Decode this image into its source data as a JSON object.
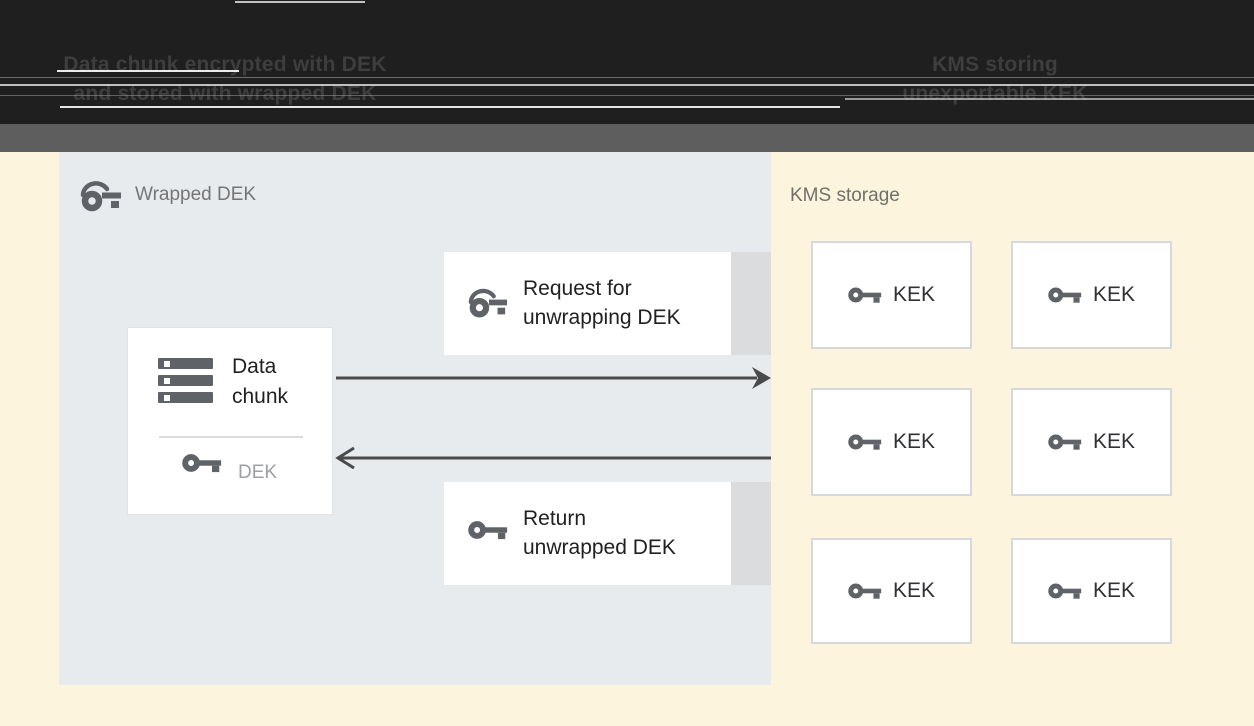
{
  "header": {
    "left_title": [
      "Data chunk encrypted with DEK",
      "and stored with wrapped DEK"
    ],
    "right_title": [
      "KMS storing",
      "unexportable KEK"
    ]
  },
  "panel": {
    "label": "Wrapped DEK",
    "data_chunk": {
      "title": [
        "Data",
        "chunk"
      ],
      "key_label": "DEK"
    },
    "request_box": [
      "Request for",
      "unwrapping DEK"
    ],
    "return_box": [
      "Return",
      "unwrapped DEK"
    ]
  },
  "kms": {
    "label": "KMS storage",
    "kek_boxes": [
      "KEK",
      "KEK",
      "KEK",
      "KEK",
      "KEK",
      "KEK"
    ]
  },
  "colors": {
    "background": "#FCF4DD",
    "panel": "#E8EBEE",
    "header": "#1F1F1F",
    "subheader_bar": "#5E5E5E",
    "box_tail": "#DBDCDD",
    "arrow": "#4A4A4A",
    "icon_gray": "#5F6368",
    "muted_text": "#757575",
    "dark_text": "#212121"
  }
}
